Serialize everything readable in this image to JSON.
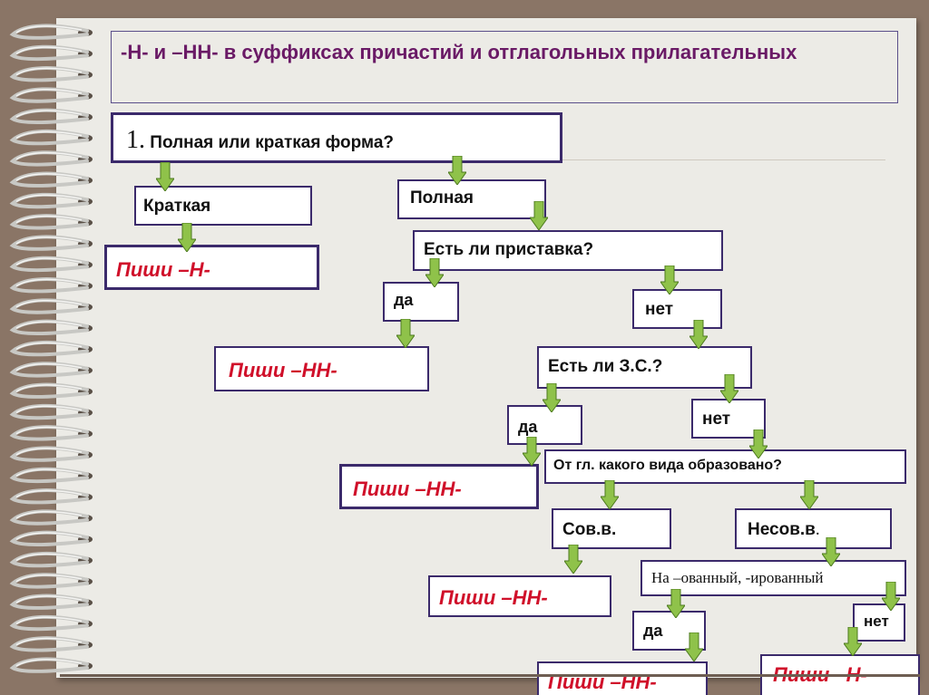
{
  "diagram": {
    "title": "-Н- и –НН-  в суффиксах причастий и отглагольных прилагательных",
    "q1_number": "1.",
    "q1_text": "Полная или краткая форма?",
    "short": "Краткая",
    "full": "Полная",
    "write_n_1": "Пиши –Н-",
    "prefix_q": "Есть ли приставка?",
    "yes_1": "да",
    "no_1": "нет",
    "write_nn_1": "Пиши –НН-",
    "zs_q": "Есть ли З.С.?",
    "yes_2": "да",
    "no_2": "нет",
    "write_nn_2": "Пиши –НН-",
    "aspect_q": "От гл. какого вида образовано?",
    "perf": "Сов.в.",
    "imperf_main": "Несов.в",
    "imperf_dot": ".",
    "write_nn_3": "Пиши –НН-",
    "suffix_q": "На –ованный, -ированный",
    "yes_3": "да",
    "no_3": "нет",
    "write_nn_4": "Пиши –НН-",
    "write_n_2": "Пиши –Н-"
  },
  "colors": {
    "border": "#3b2a6b",
    "title_text": "#6a1a66",
    "red_text": "#d0102a",
    "arrow_fill": "#8fc24a"
  }
}
